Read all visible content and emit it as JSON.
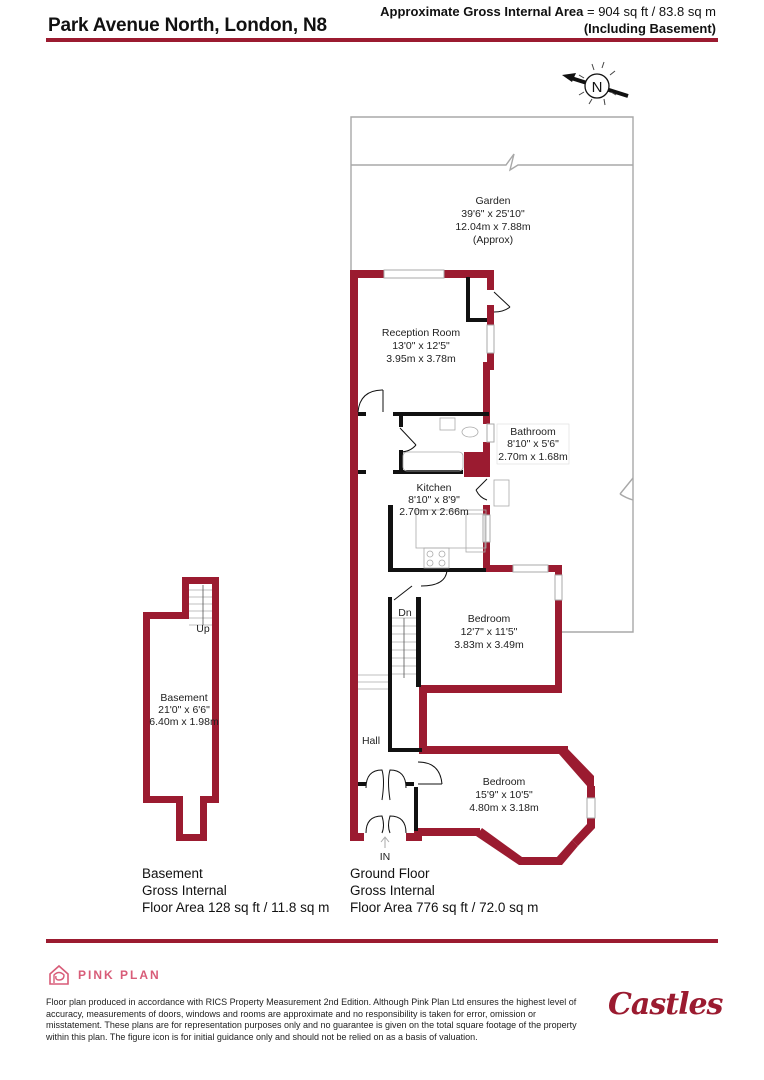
{
  "header": {
    "title": "Park Avenue North, London, N8",
    "area_label": "Approximate Gross Internal Area",
    "area_value": "= 904 sq ft / 83.8 sq m",
    "area_note": "(Including Basement)"
  },
  "compass": {
    "label": "N",
    "icon": "north-compass-icon"
  },
  "rooms": {
    "garden": {
      "name": "Garden",
      "imperial": "39'6\" x 25'10\"",
      "metric": "12.04m x 7.88m",
      "note": "(Approx)"
    },
    "reception": {
      "name": "Reception Room",
      "imperial": "13'0\" x 12'5\"",
      "metric": "3.95m x 3.78m"
    },
    "bathroom": {
      "name": "Bathroom",
      "imperial": "8'10\" x 5'6\"",
      "metric": "2.70m x 1.68m"
    },
    "kitchen": {
      "name": "Kitchen",
      "imperial": "8'10\" x 8'9\"",
      "metric": "2.70m x 2.66m"
    },
    "bedroom1": {
      "name": "Bedroom",
      "imperial": "12'7\" x 11'5\"",
      "metric": "3.83m x 3.49m"
    },
    "bedroom2": {
      "name": "Bedroom",
      "imperial": "15'9\" x 10'5\"",
      "metric": "4.80m x 3.18m"
    },
    "hall": {
      "name": "Hall"
    },
    "basement": {
      "name": "Basement",
      "imperial": "21'0\" x 6'6\"",
      "metric": "6.40m x 1.98m"
    }
  },
  "stairs": {
    "down_label": "Dn",
    "up_label": "Up"
  },
  "entrance": {
    "label": "IN"
  },
  "floors": {
    "basement": {
      "line1": "Basement",
      "line2": "Gross Internal",
      "line3": "Floor Area 128 sq ft / 11.8 sq m"
    },
    "ground": {
      "line1": "Ground Floor",
      "line2": "Gross Internal",
      "line3": "Floor Area 776 sq ft / 72.0 sq m"
    }
  },
  "footer": {
    "brand": "PINK PLAN",
    "disclaimer": "Floor plan produced in accordance with RICS Property Measurement 2nd Edition. Although Pink Plan Ltd ensures the highest level of accuracy, measurements of doors, windows and rooms are approximate and no responsibility is taken for error, omission or misstatement. These plans are for representation purposes only and no guarantee is given on the total square footage of the property within this plan. The figure icon is for initial guidance only and should not be relied on as a basis of valuation.",
    "agent_logo": "Castles"
  },
  "colors": {
    "wall": "#9b1b30",
    "brand_pink": "#d85c78",
    "garden_line": "#a8a8a8"
  }
}
